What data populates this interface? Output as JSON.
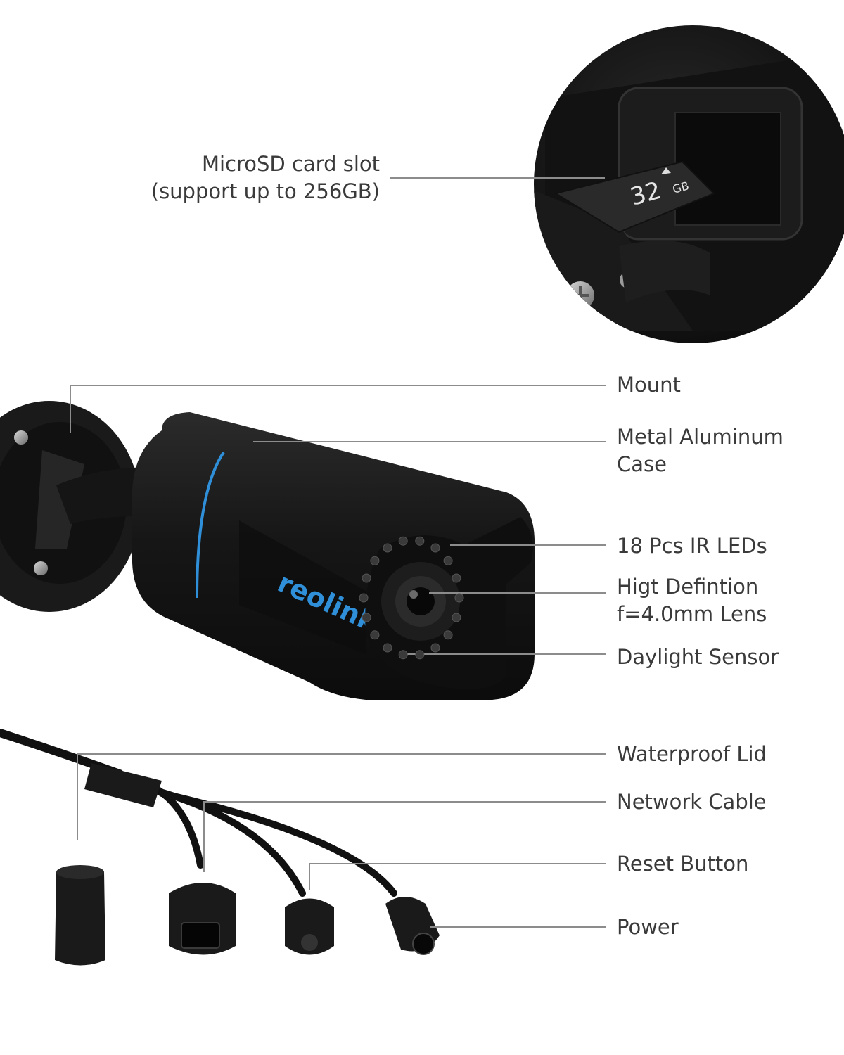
{
  "brand": {
    "logo_text": "reolink",
    "accent": "#2f8fd8"
  },
  "sd_card": {
    "capacity_big": "32",
    "capacity_unit": "GB"
  },
  "colors": {
    "body": "#161616",
    "leader": "#8c8c8c",
    "text": "#3a3a3a"
  },
  "callouts": {
    "microsd": {
      "lines": [
        "MicroSD card slot",
        "(support up to 256GB)"
      ]
    },
    "mount": {
      "lines": [
        "Mount"
      ]
    },
    "case": {
      "lines": [
        "Metal Aluminum",
        "Case"
      ]
    },
    "ir": {
      "lines": [
        "18 Pcs IR LEDs"
      ]
    },
    "lens": {
      "lines": [
        "Higt Defintion",
        "f=4.0mm Lens"
      ]
    },
    "daylight": {
      "lines": [
        "Daylight Sensor"
      ]
    },
    "lid": {
      "lines": [
        "Waterproof Lid"
      ]
    },
    "network": {
      "lines": [
        "Network Cable"
      ]
    },
    "reset": {
      "lines": [
        "Reset Button"
      ]
    },
    "power": {
      "lines": [
        "Power"
      ]
    }
  }
}
